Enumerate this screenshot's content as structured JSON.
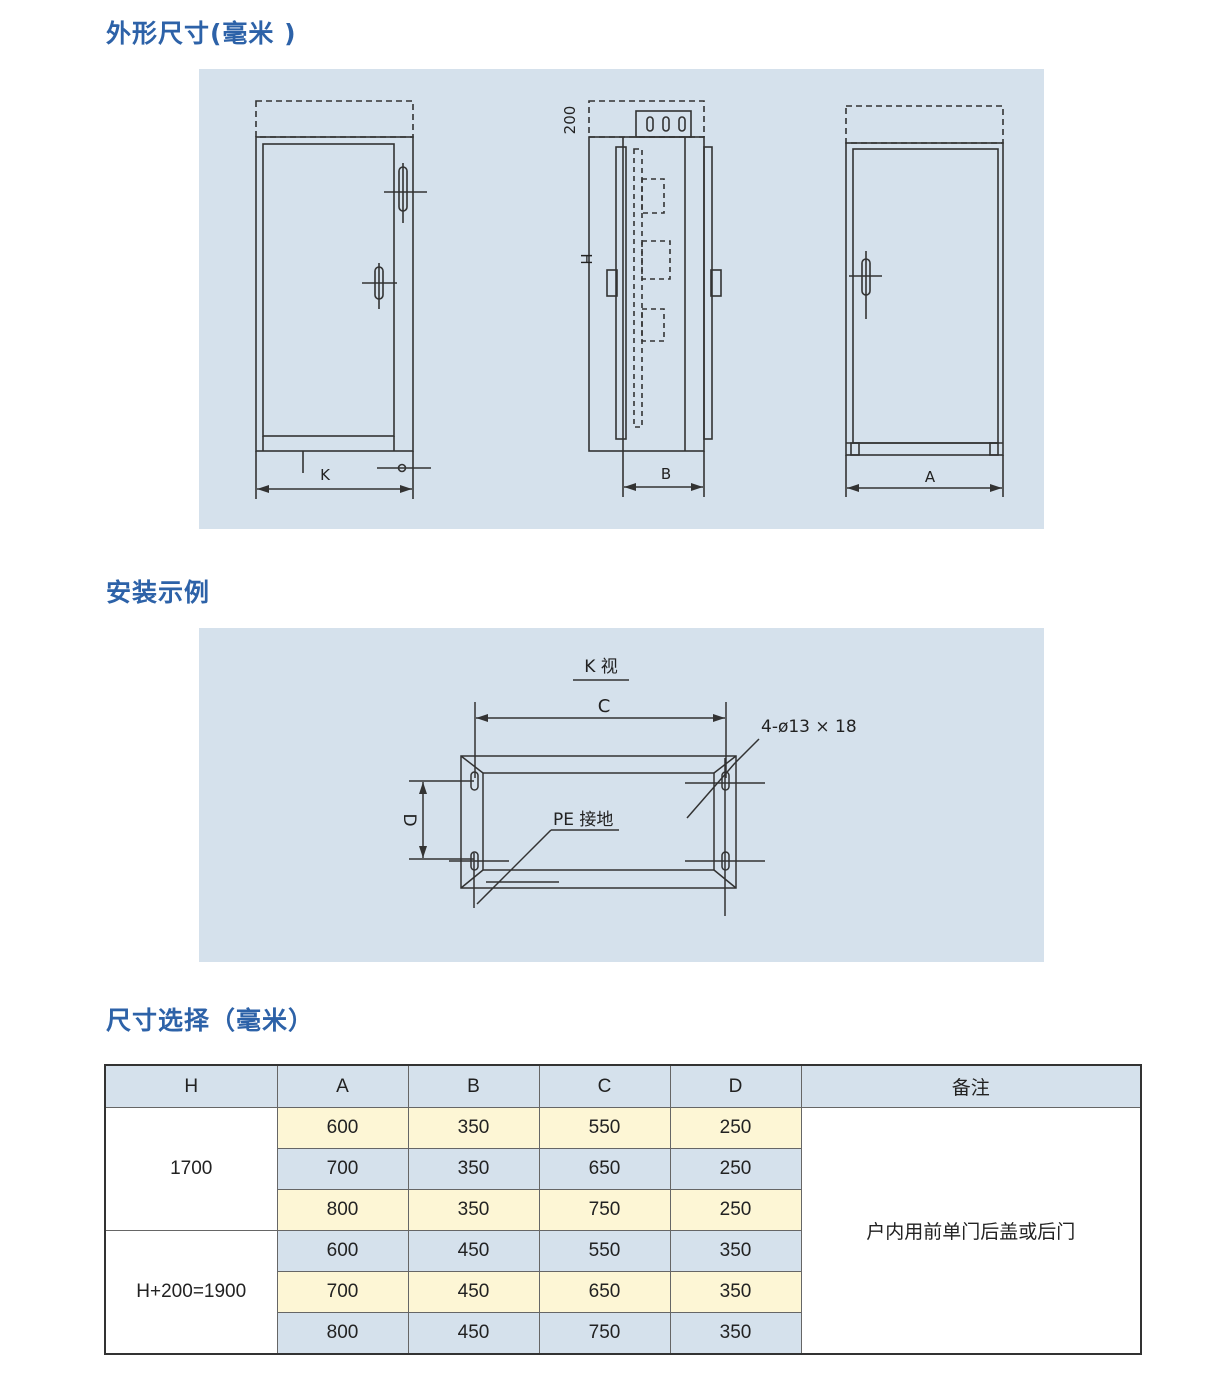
{
  "sections": {
    "dimensions_title": "外形尺寸(毫米 )",
    "install_title": "安装示例",
    "size_title": "尺寸选择（毫米）"
  },
  "drawing1": {
    "label_k": "K",
    "label_200": "200",
    "label_h": "H",
    "label_b": "B",
    "label_a": "A"
  },
  "drawing2": {
    "view_label": "K 视",
    "label_c": "C",
    "label_d": "D",
    "hole_spec": "4-ø13 × 18",
    "pe_label": "PE 接地"
  },
  "table": {
    "headers": [
      "H",
      "A",
      "B",
      "C",
      "D",
      "备注"
    ],
    "group1_h": "1700",
    "group2_h": "H+200=1900",
    "remark": "户内用前单门后盖或后门",
    "rows": [
      [
        "600",
        "350",
        "550",
        "250"
      ],
      [
        "700",
        "350",
        "650",
        "250"
      ],
      [
        "800",
        "350",
        "750",
        "250"
      ],
      [
        "600",
        "450",
        "550",
        "350"
      ],
      [
        "700",
        "450",
        "650",
        "350"
      ],
      [
        "800",
        "450",
        "750",
        "350"
      ]
    ]
  },
  "colors": {
    "heading": "#2d62a8",
    "panel": "#d5e1ec",
    "row_yellow": "#fdf6d5",
    "row_blue": "#d5e1ec"
  }
}
